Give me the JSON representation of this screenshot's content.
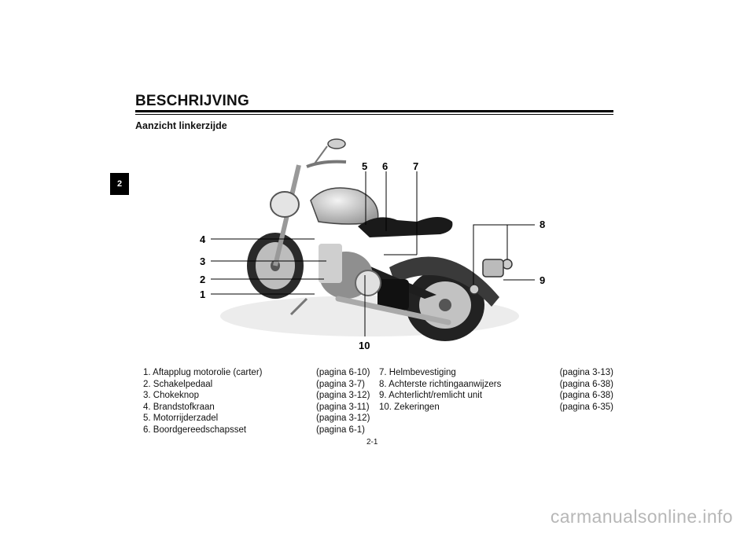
{
  "chapter_tab": "2",
  "title": "BESCHRIJVING",
  "subtitle": "Aanzicht linkerzijde",
  "callouts": [
    "1",
    "2",
    "3",
    "4",
    "5",
    "6",
    "7",
    "8",
    "9",
    "10"
  ],
  "legend_left": [
    {
      "label": "1. Aftapplug motorolie (carter)",
      "ref": "(pagina 6-10)"
    },
    {
      "label": "2. Schakelpedaal",
      "ref": "(pagina 3-7)"
    },
    {
      "label": "3. Chokeknop",
      "ref": "(pagina 3-12)"
    },
    {
      "label": "4. Brandstofkraan",
      "ref": "(pagina 3-11)"
    },
    {
      "label": "5. Motorrijderzadel",
      "ref": "(pagina 3-12)"
    },
    {
      "label": "6. Boordgereedschapsset",
      "ref": "(pagina 6-1)"
    }
  ],
  "legend_right": [
    {
      "label": "7. Helmbevestiging",
      "ref": "(pagina 3-13)"
    },
    {
      "label": "8. Achterste richtingaanwijzers",
      "ref": "(pagina 6-38)"
    },
    {
      "label": "9. Achterlicht/remlicht unit",
      "ref": "(pagina 6-38)"
    },
    {
      "label": "10. Zekeringen",
      "ref": "(pagina 6-35)"
    }
  ],
  "page_number": "2-1",
  "watermark": "carmanualsonline.info"
}
